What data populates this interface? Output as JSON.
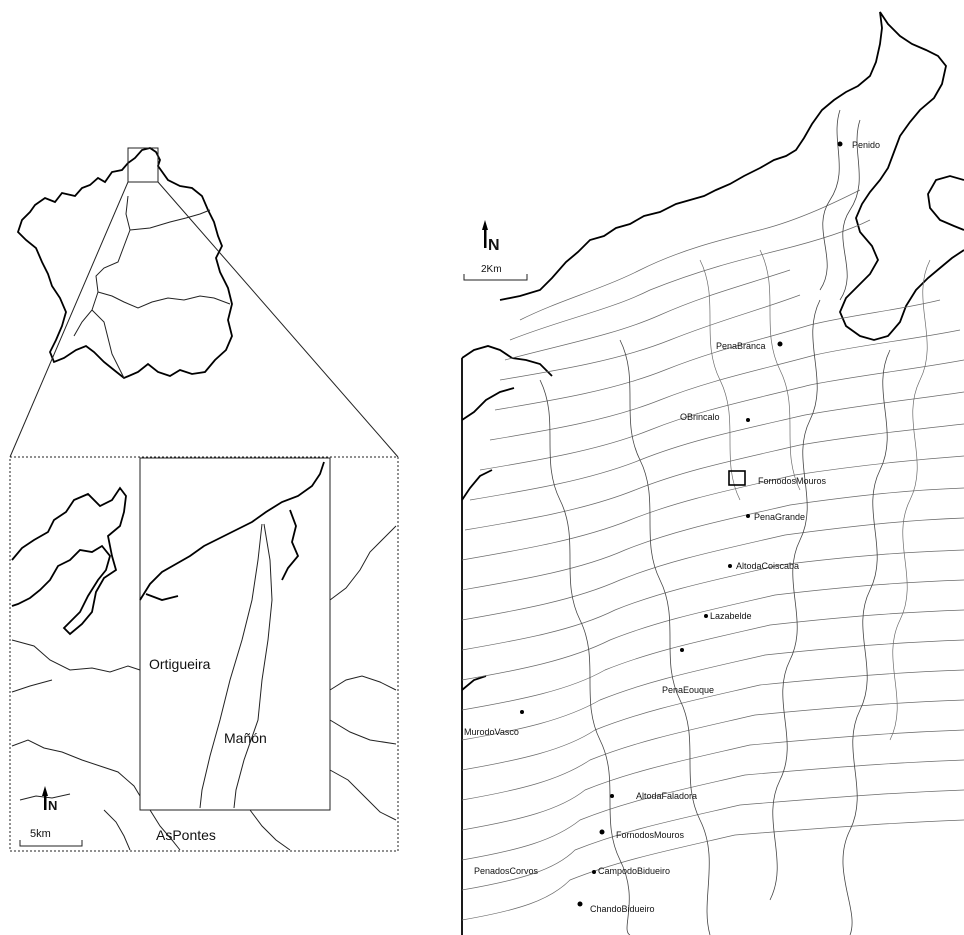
{
  "left_panel": {
    "overview": {
      "description": "Galicia outline with provinces and highlighted study box"
    },
    "inset": {
      "labels": {
        "ortigueira": "Ortigueira",
        "manon": "Mañón",
        "aspontes": "AsPontes"
      },
      "scale_label": "5km",
      "north_label": "N"
    }
  },
  "right_panel": {
    "scale_label": "2Km",
    "north_label": "N",
    "sites": [
      "Penido",
      "PenaBranca",
      "OBrincalo",
      "FornodosMouros",
      "PenaGrande",
      "AltodaCoiscaba",
      "Lazabelde",
      "PenaEouque",
      "MurodoVasco",
      "AltodaFaladora",
      "FornodosMouros",
      "PenadosCorvos",
      "CampodoBidueiro",
      "ChandoBidueiro"
    ]
  }
}
